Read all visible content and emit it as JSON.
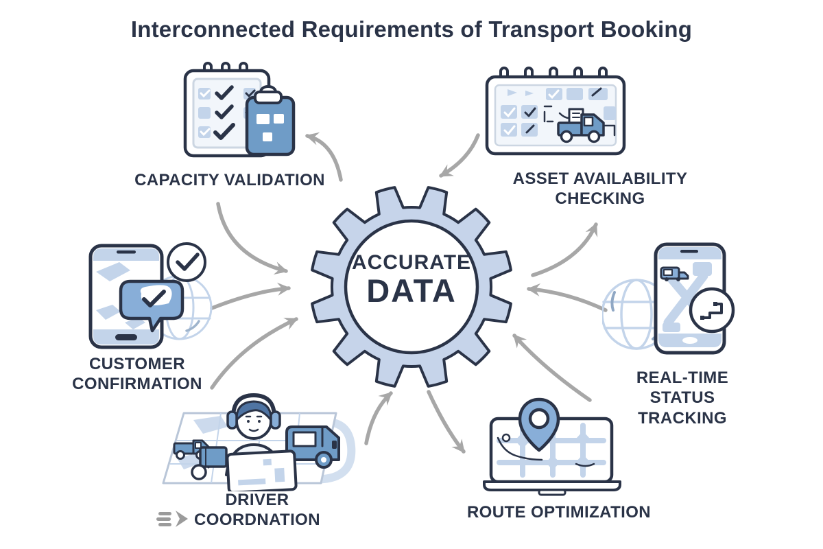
{
  "title": "Interconnected Requirements of Transport Booking",
  "center": {
    "line1": "ACCURATE",
    "line2": "DATA"
  },
  "nodes": {
    "capacity": {
      "label": "CAPACITY VALIDATION",
      "icon": "checklist-clipboard-icon"
    },
    "asset": {
      "label": "ASSET AVAILABILITY\nCHECKING",
      "icon": "calendar-truck-icon"
    },
    "customer": {
      "label": "CUSTOMER\nCONFIRMATION",
      "icon": "phone-confirmation-icon"
    },
    "realtime": {
      "label": "REAL-TIME\nSTATUS\nTRACKING",
      "icon": "phone-tracking-globe-icon"
    },
    "driver": {
      "label": "DRIVER\nCOORDNATION",
      "icon": "dispatcher-headset-icon"
    },
    "route": {
      "label": "ROUTE OPTIMIZATION",
      "icon": "laptop-map-pin-icon"
    }
  },
  "colors": {
    "ink": "#2a3347",
    "accent_blue": "#6f9cc7",
    "mid_blue": "#88aed8",
    "light_blue": "#c3d4ea",
    "pale_blue": "#f2f6fb",
    "gear_fill": "#c6d4ea",
    "arrow_gray": "#a7a7a7",
    "background": "#ffffff"
  }
}
